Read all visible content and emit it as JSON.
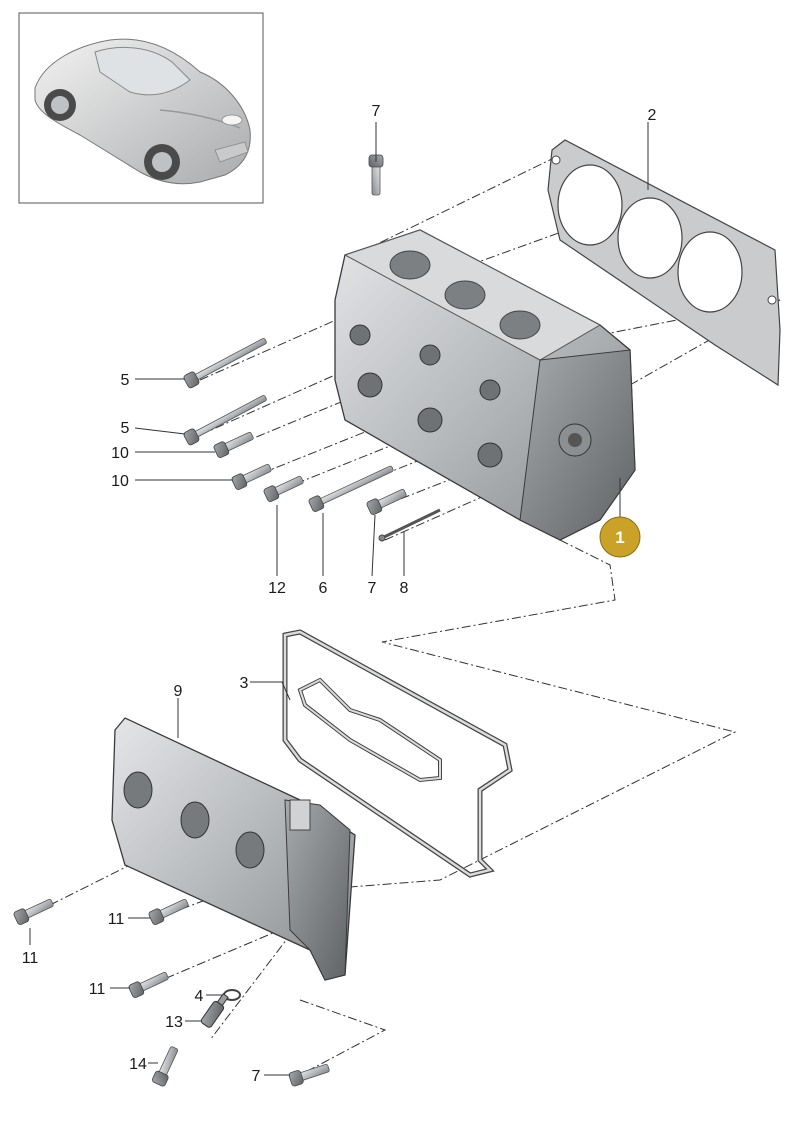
{
  "colors": {
    "highlight": "#c9a227",
    "part": "#b9bcbf",
    "line": "#333333"
  },
  "thumbnail": {
    "icon": "sports-car-icon"
  },
  "callouts": {
    "c1": "1",
    "c2": "2",
    "c3": "3",
    "c4": "4",
    "c5a": "5",
    "c5b": "5",
    "c6": "6",
    "c7a": "7",
    "c7b": "7",
    "c7c": "7",
    "c8": "8",
    "c9": "9",
    "c10a": "10",
    "c10b": "10",
    "c11a": "11",
    "c11b": "11",
    "c11c": "11",
    "c12": "12",
    "c13": "13",
    "c14": "14"
  }
}
